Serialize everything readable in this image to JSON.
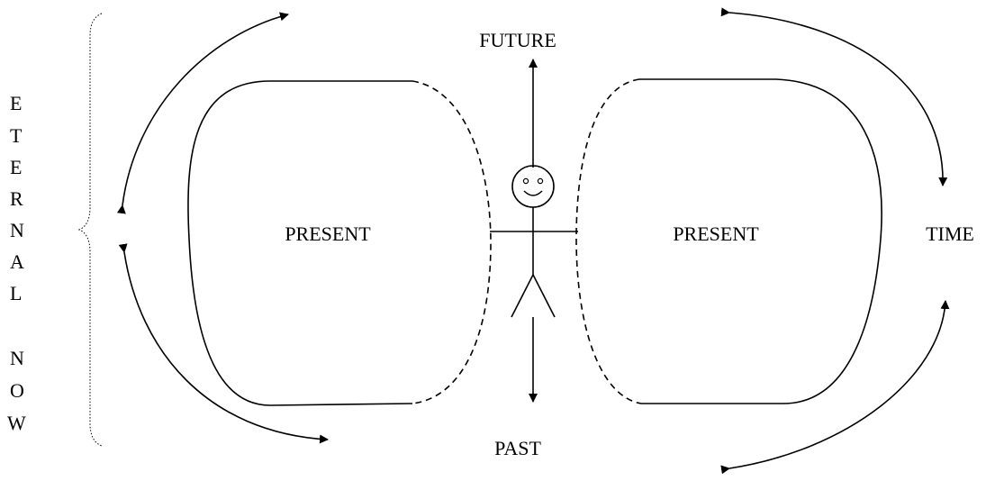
{
  "labels": {
    "future": "FUTURE",
    "past": "PAST",
    "present_left": "PRESENT",
    "present_right": "PRESENT",
    "time": "TIME"
  },
  "vertical_label": [
    "E",
    "T",
    "E",
    "R",
    "N",
    "A",
    "L",
    "",
    "N",
    "O",
    "W"
  ],
  "colors": {
    "ink": "#000000",
    "background": "#ffffff"
  }
}
